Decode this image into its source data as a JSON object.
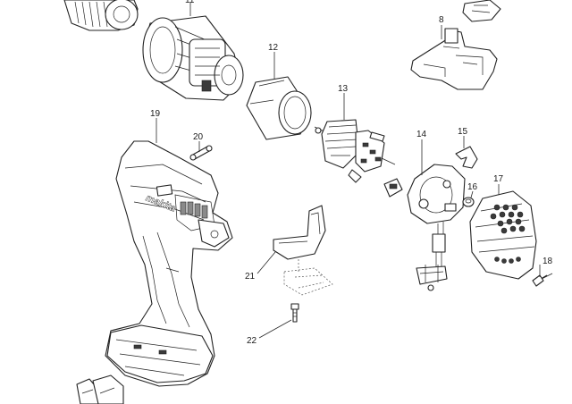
{
  "diagram": {
    "part_labels": [
      {
        "id": "p11",
        "text": "11"
      },
      {
        "id": "p8",
        "text": "8"
      },
      {
        "id": "p12",
        "text": "12"
      },
      {
        "id": "p13",
        "text": "13"
      },
      {
        "id": "p19",
        "text": "19"
      },
      {
        "id": "p20",
        "text": "20"
      },
      {
        "id": "p15",
        "text": "15"
      },
      {
        "id": "p14",
        "text": "14"
      },
      {
        "id": "p16",
        "text": "16"
      },
      {
        "id": "p17",
        "text": "17"
      },
      {
        "id": "p18",
        "text": "18"
      },
      {
        "id": "p21",
        "text": "21"
      },
      {
        "id": "p22",
        "text": "22"
      }
    ],
    "housing_logo": "makita"
  }
}
